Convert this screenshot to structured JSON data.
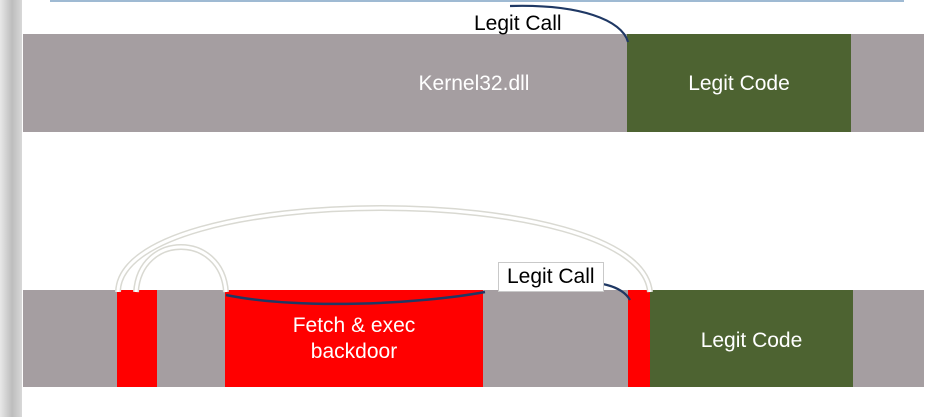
{
  "top": {
    "module_label": "Kernel32.dll",
    "legit_code_label": "Legit Code",
    "call_label": "Legit Call"
  },
  "bottom": {
    "backdoor_label": "Fetch & exec\nbackdoor",
    "legit_code_label": "Legit Code",
    "call_label": "Legit Call"
  },
  "colors": {
    "module_gray": "#a59ea1",
    "legit_green": "#4d6331",
    "hook_red": "#ff0000",
    "call_arrow_blue": "#1f3864"
  }
}
